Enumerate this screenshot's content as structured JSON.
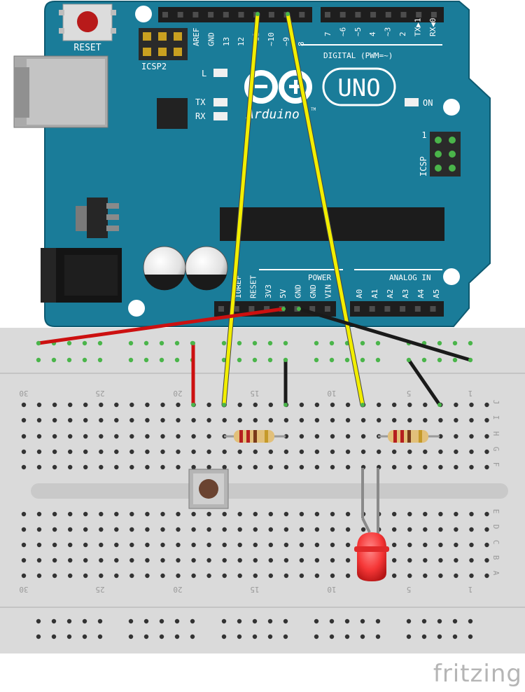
{
  "board": {
    "reset_label": "RESET",
    "icsp2_label": "ICSP2",
    "icsp_label": "ICSP",
    "icsp_pin1": "1",
    "led_l": "L",
    "led_tx": "TX",
    "led_rx": "RX",
    "on_label": "ON",
    "uno_label": "UNO",
    "arduino_label": "Arduino",
    "tm": "TM",
    "digital_label": "DIGITAL (PWM=~)",
    "power_label": "POWER",
    "analog_label": "ANALOG IN",
    "top_pins": [
      "AREF",
      "GND",
      "13",
      "12",
      "~11",
      "~10",
      "~9",
      "8"
    ],
    "top_pins_right": [
      "7",
      "~6",
      "~5",
      "4",
      "~3",
      "2",
      "TX▶1",
      "RX◀0"
    ],
    "power_pins": [
      "IOREF",
      "RESET",
      "3V3",
      "5V",
      "GND",
      "GND",
      "VIN"
    ],
    "analog_pins": [
      "A0",
      "A1",
      "A2",
      "A3",
      "A4",
      "A5"
    ]
  },
  "breadboard": {
    "col_numbers_top": [
      "30",
      "25",
      "20",
      "15",
      "10",
      "5",
      "1"
    ],
    "col_numbers_bottom": [
      "30",
      "25",
      "20",
      "15",
      "10",
      "5",
      "1"
    ],
    "row_letters_top": [
      "J",
      "I",
      "H",
      "G",
      "F"
    ],
    "row_letters_bottom": [
      "E",
      "D",
      "C",
      "B",
      "A"
    ]
  },
  "colors": {
    "board": "#1a7c99",
    "breadboard": "#dadada",
    "wire_yellow": "#f2ee00",
    "wire_red": "#cc1010",
    "wire_black": "#1a1a1a",
    "led": "#f53636"
  },
  "footer": {
    "brand": "fritzing"
  }
}
